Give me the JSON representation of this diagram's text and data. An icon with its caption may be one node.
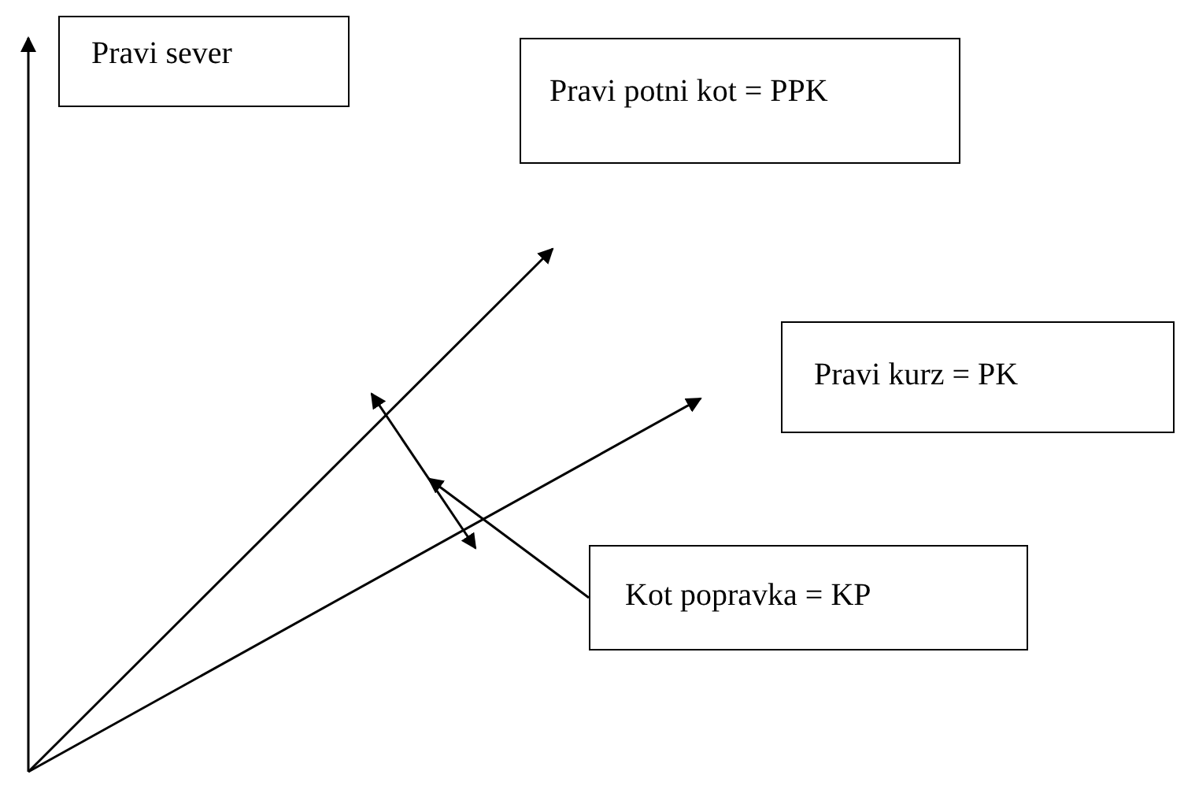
{
  "diagram": {
    "nodes": [
      {
        "text": [
          "Pravi sever"
        ]
      },
      {
        "text": [
          "Pravi potni kot = PPK"
        ]
      },
      {
        "text": [
          "Pravi kurz = PK"
        ]
      },
      {
        "text": [
          "Kot popravka = KP"
        ]
      },
      {
        "text": [],
        "shape": "arrow"
      }
    ],
    "edges": [
      {
        "from": 3,
        "to": 4,
        "arrow": "to"
      }
    ]
  }
}
